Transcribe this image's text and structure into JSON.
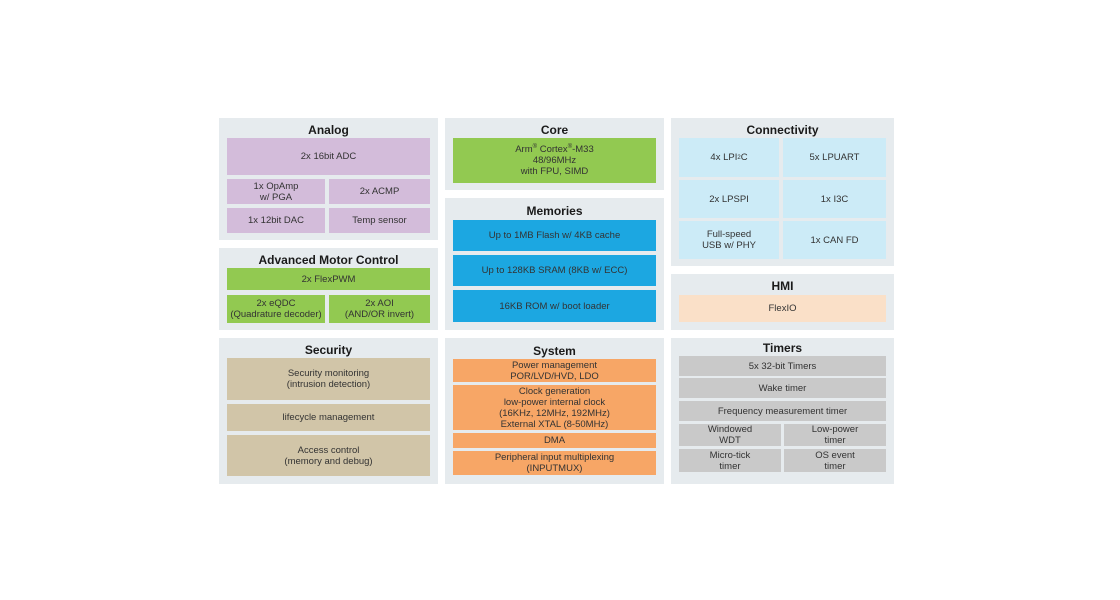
{
  "analog": {
    "title": "Analog",
    "adc": "2x 16bit ADC",
    "opamp": "1x OpAmp\nw/ PGA",
    "acmp": "2x ACMP",
    "dac": "1x 12bit DAC",
    "temp": "Temp sensor"
  },
  "motor": {
    "title": "Advanced Motor Control",
    "flexpwm": "2x FlexPWM",
    "eqdc": "2x eQDC\n(Quadrature decoder)",
    "aoi": "2x AOI\n(AND/OR invert)"
  },
  "security": {
    "title": "Security",
    "monitoring": "Security monitoring\n(intrusion detection)",
    "lifecycle": "lifecycle management",
    "access": "Access control\n(memory and debug)"
  },
  "core": {
    "title": "Core",
    "line1_a": "Arm",
    "line1_reg": "®",
    "line1_b": " Cortex",
    "line1_reg2": "®",
    "line1_c": "-M33",
    "line2": "48/96MHz",
    "line3": "with FPU, SIMD"
  },
  "memories": {
    "title": "Memories",
    "flash": "Up to 1MB Flash w/ 4KB cache",
    "sram": "Up to 128KB SRAM (8KB w/ ECC)",
    "rom": "16KB ROM w/ boot loader"
  },
  "system": {
    "title": "System",
    "power": "Power management\nPOR/LVD/HVD, LDO",
    "clock": "Clock generation\nlow-power internal clock\n(16KHz, 12MHz, 192MHz)\nExternal XTAL (8-50MHz)",
    "dma": "DMA",
    "inputmux": "Peripheral input multiplexing\n(INPUTMUX)"
  },
  "connectivity": {
    "title": "Connectivity",
    "lpi2c_a": "4x LPI",
    "lpi2c_sup": "2",
    "lpi2c_b": "C",
    "lpuart": "5x LPUART",
    "lpspi": "2x LPSPI",
    "i3c": "1x I3C",
    "usb": "Full-speed\nUSB w/ PHY",
    "canfd": "1x CAN FD"
  },
  "hmi": {
    "title": "HMI",
    "flexio": "FlexIO"
  },
  "timers": {
    "title": "Timers",
    "timers32": "5x 32-bit Timers",
    "wake": "Wake timer",
    "freq": "Frequency measurement timer",
    "wdt": "Windowed\nWDT",
    "lowpower": "Low-power\ntimer",
    "microtick": "Micro-tick\ntimer",
    "osevent": "OS event\ntimer"
  }
}
